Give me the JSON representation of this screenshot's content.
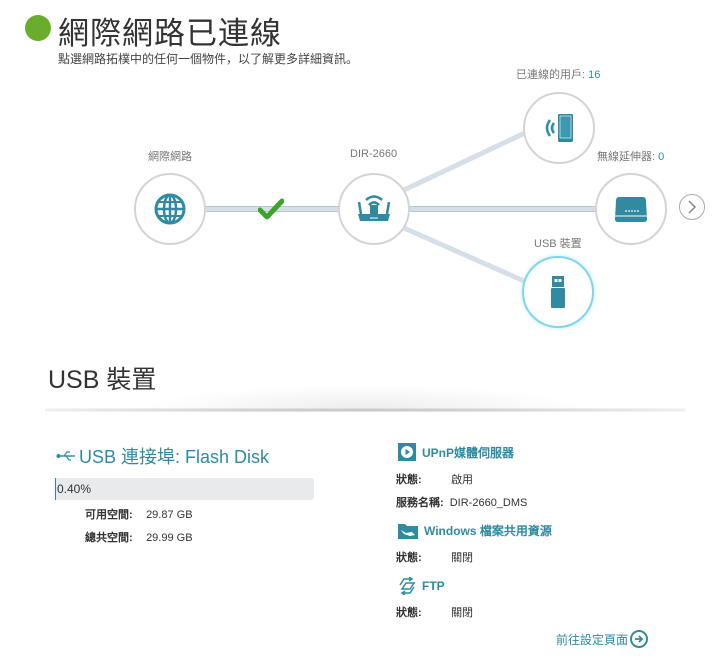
{
  "header": {
    "status_color": "#6aac2b",
    "title": "網際網路已連線",
    "subtitle": "點選網路拓樸中的任何一個物件，以了解更多詳細資訊。"
  },
  "topology": {
    "internet": {
      "label": "網際網路",
      "icon": "globe-icon"
    },
    "connection_status": {
      "icon": "checkmark-icon",
      "color": "#3aa52a"
    },
    "router": {
      "label": "DIR-2660",
      "icon": "router-icon"
    },
    "clients": {
      "label": "已連線的用戶:",
      "count": "16",
      "icon": "wireless-device-icon"
    },
    "extenders": {
      "label": "無線延伸器:",
      "count": "0",
      "icon": "extender-icon"
    },
    "usb": {
      "label": "USB 裝置",
      "icon": "usb-drive-icon",
      "selected": true
    },
    "next_icon": "chevron-right-icon",
    "accent_color": "#2f8aa2",
    "line_color": "#d6dee8"
  },
  "usb_section": {
    "title": "USB 裝置",
    "port": {
      "icon": "usb-symbol-icon",
      "label": "USB 連接埠: Flash Disk"
    },
    "usage": {
      "percent": "0.40%",
      "value": 0.4
    },
    "available": {
      "label": "可用空間:",
      "value": "29.87 GB"
    },
    "total": {
      "label": "總共空間:",
      "value": "29.99 GB"
    }
  },
  "services": {
    "upnp": {
      "icon": "play-icon",
      "title": "UPnP媒體伺服器",
      "status_label": "狀態:",
      "status_value": "啟用",
      "name_label": "服務名稱:",
      "name_value": "DIR-2660_DMS"
    },
    "windows": {
      "icon": "folder-icon",
      "title": "Windows 檔案共用資源",
      "status_label": "狀態:",
      "status_value": "關閉"
    },
    "ftp": {
      "icon": "ftp-transfer-icon",
      "title": "FTP",
      "status_label": "狀態:",
      "status_value": "關閉"
    }
  },
  "footer": {
    "goto_label": "前往設定頁面",
    "goto_icon": "arrow-right-circle-icon"
  }
}
